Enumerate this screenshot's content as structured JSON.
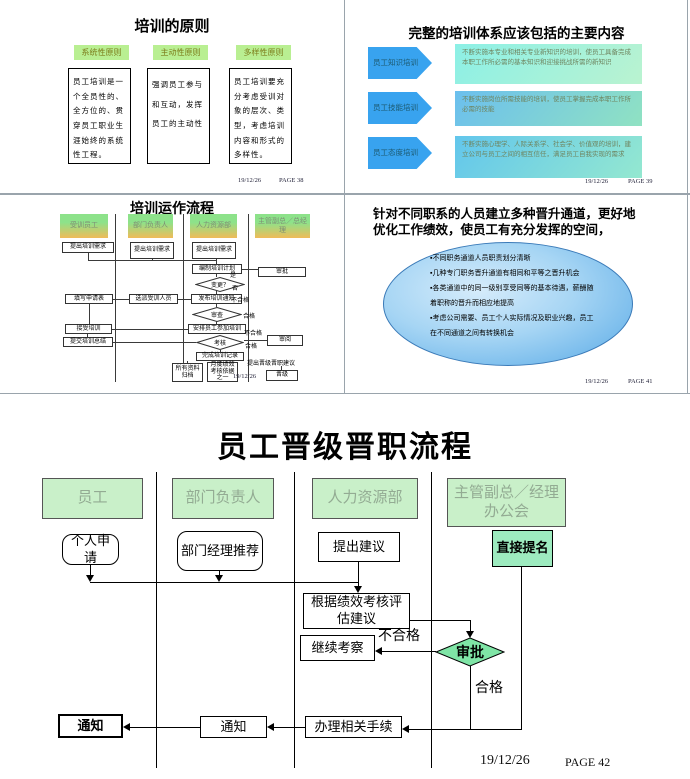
{
  "colors": {
    "label_green": "#b9ef92",
    "arrow_blue": "#38a3ef",
    "lane_gradient_top": "#8de28a",
    "lane_gradient_bottom": "#f0bb58",
    "ellipse_blue": "#57a9e6",
    "header_green": "#c9f0c9",
    "mint_green": "#9debbf",
    "diamond_green": "#7fe5a6"
  },
  "deck": {
    "slide38": {
      "title": "培训的原则",
      "principles": [
        {
          "label": "系统性原则",
          "body": "员工培训是一个全员性的、全方位的、贯穿员工职业生涯始终的系统性工程。"
        },
        {
          "label": "主动性原则",
          "body": "强调员工参与和互动，发挥员工的主动性"
        },
        {
          "label": "多样性原则",
          "body": "员工培训要充分考虑受训对象的层次、类型，考虑培训内容和形式的多样性。"
        }
      ],
      "date": "19/12/26",
      "page": "PAGE 38"
    },
    "slide39": {
      "title": "完整的培训体系应该包括的主要内容",
      "items": [
        {
          "label": "员工知识培训",
          "body": "不断实施本专业和相关专业新知识的培训，使员工具备完成本职工作所必需的基本知识和迎接挑战所需的新知识"
        },
        {
          "label": "员工技能培训",
          "body": "不断实施岗位所需技能的培训，使员工掌握完成本职工作所必需的技能"
        },
        {
          "label": "员工态度培训",
          "body": "不断实施心理学、人际关系学、社会学、价值观的培训，建立公司与员工之间的相互信任，满足员工自我实现的需求"
        }
      ],
      "date": "19/12/26",
      "page": "PAGE 39"
    },
    "slide40": {
      "title": "培训运作流程",
      "lanes": [
        "受训员工",
        "部门负责人",
        "人力资源部",
        "主管副总／总经理"
      ],
      "nodes": {
        "need1": "提出培训需求",
        "need2": "提出培训需求",
        "need3": "提出培训需求",
        "plan": "编制培训计划",
        "approve": "审批",
        "change": "变更？",
        "yes": "是",
        "no": "否",
        "form": "填写申请表",
        "select": "选派受训人员",
        "notice": "发布培训通知",
        "review": "审查",
        "fail1": "不合格",
        "pass1": "合格",
        "attend": "接受培训",
        "arrange": "安排员工参加培训",
        "summary": "提交培训总结",
        "exam": "考核",
        "fail2": "不合格",
        "pass2": "合格",
        "read": "审阅",
        "record": "完成培训记录",
        "archive": "所有资料归档",
        "monthly": "月度绩效考核依据之一",
        "suggest": "提出晋级晋职建议",
        "promote": "晋级"
      },
      "date": "19/12/26"
    },
    "slide41": {
      "title_line1": "针对不同职系的人员建立多种晋升通道，更好地",
      "title_line2": "优化工作绩效，使员工有充分发挥的空间，",
      "bullets": [
        "▪不同职务通道人员职责划分清晰",
        "▪几种专门职务晋升通道有相同和平等之晋升机会",
        "▪各类通道中的同一级别享受同等的基本待遇，薪酬随着职称的晋升而相应地提高",
        "▪考虑公司需要、员工个人实际情况及职业兴趣，员工在不同通道之间有转换机会"
      ],
      "date": "19/12/26",
      "page": "PAGE 41"
    },
    "slide42": {
      "title": "员工晋级晋职流程",
      "lanes": [
        "员工",
        "部门负责人",
        "人力资源部",
        "主管副总／经理办公会"
      ],
      "nodes": {
        "apply": "个人申请",
        "recommend": "部门经理推荐",
        "suggest": "提出建议",
        "nominate": "直接提名",
        "evaluate": "根据绩效考核评估建议",
        "observe": "继续考察",
        "approve": "审批",
        "fail": "不合格",
        "pass": "合格",
        "procedure": "办理相关手续",
        "notify_dept": "通知",
        "notify_emp": "通知"
      },
      "date": "19/12/26",
      "page": "PAGE 42"
    }
  }
}
